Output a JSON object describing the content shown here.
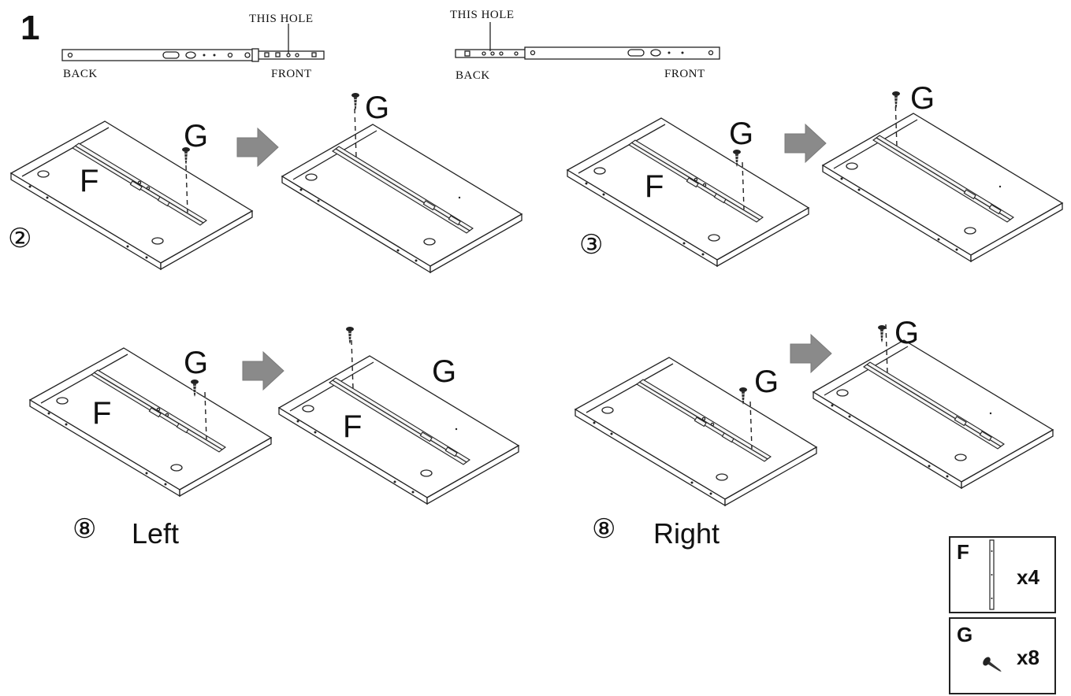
{
  "step_number": "1",
  "slide_diagrams": [
    {
      "hole_label": "THIS HOLE",
      "back_label": "BACK",
      "front_label": "FRONT"
    },
    {
      "hole_label": "THIS HOLE",
      "back_label": "BACK",
      "front_label": "FRONT"
    }
  ],
  "panels": [
    {
      "part_f": "F",
      "part_g": "G",
      "circled_number": "②",
      "caption": ""
    },
    {
      "part_f": "",
      "part_g": "G"
    },
    {
      "part_f": "F",
      "part_g": "G",
      "circled_number": "③",
      "caption": ""
    },
    {
      "part_f": "",
      "part_g": "G"
    },
    {
      "part_f": "F",
      "part_g": "G",
      "circled_number": "⑧",
      "caption": "Left"
    },
    {
      "part_f": "F",
      "part_g": "G"
    },
    {
      "part_f": "",
      "part_g": "G",
      "circled_number": "⑧",
      "caption": "Right"
    },
    {
      "part_f": "",
      "part_g": "G"
    }
  ],
  "parts_legend": [
    {
      "label": "F",
      "quantity": "x4",
      "icon": "drawer-slide-icon"
    },
    {
      "label": "G",
      "quantity": "x8",
      "icon": "screw-icon"
    }
  ]
}
